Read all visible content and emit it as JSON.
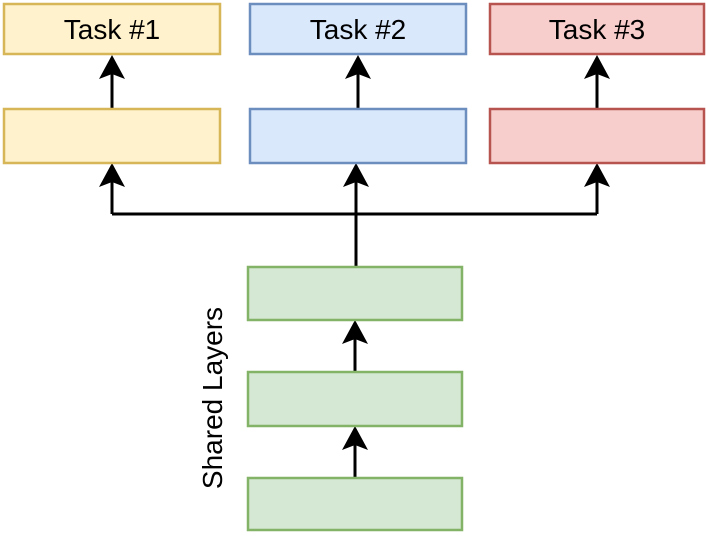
{
  "colors": {
    "arrow": "#000000",
    "background": "#FFFFFF"
  },
  "tasks": [
    {
      "label": "Task #1",
      "fill": "#FFF2CC",
      "stroke": "#D6B656"
    },
    {
      "label": "Task #2",
      "fill": "#DAE8FC",
      "stroke": "#6C8EBF"
    },
    {
      "label": "Task #3",
      "fill": "#F8CECC",
      "stroke": "#B85450"
    }
  ],
  "shared_layers": {
    "label": "Shared Layers",
    "count": 3,
    "fill": "#D5E8D4",
    "stroke": "#82B366"
  }
}
